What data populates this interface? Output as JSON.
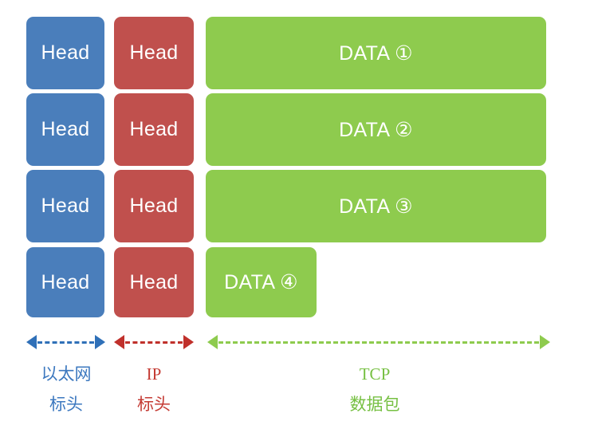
{
  "diagram": {
    "title": "TCP/IP packet encapsulation",
    "background": "#ffffff",
    "colors": {
      "ethernet": "#4a7ebb",
      "ip": "#c0504d",
      "data": "#8ecb4e",
      "ethernet_arrow": "#2f70b8",
      "ip_arrow": "#c0302b",
      "data_arrow": "#8ecb4e",
      "ethernet_caption": "#3c78bf",
      "ip_caption": "#c43a33",
      "data_caption": "#77c043"
    }
  },
  "rows": [
    {
      "ethernet_label": "Head",
      "ip_label": "Head",
      "data_label": "DATA ①",
      "data_full_width": true
    },
    {
      "ethernet_label": "Head",
      "ip_label": "Head",
      "data_label": "DATA ②",
      "data_full_width": true
    },
    {
      "ethernet_label": "Head",
      "ip_label": "Head",
      "data_label": "DATA ③",
      "data_full_width": true
    },
    {
      "ethernet_label": "Head",
      "ip_label": "Head",
      "data_label": "DATA ④",
      "data_full_width": false
    }
  ],
  "legend": [
    {
      "key": "ethernet",
      "arrow": "double-headed-dashed-arrow",
      "caption_line1": "以太网",
      "caption_line2": "标头"
    },
    {
      "key": "ip",
      "arrow": "double-headed-dashed-arrow",
      "caption_line1": "IP",
      "caption_line2": "标头"
    },
    {
      "key": "data",
      "arrow": "double-headed-dashed-arrow",
      "caption_line1": "TCP",
      "caption_line2": "数据包"
    }
  ]
}
